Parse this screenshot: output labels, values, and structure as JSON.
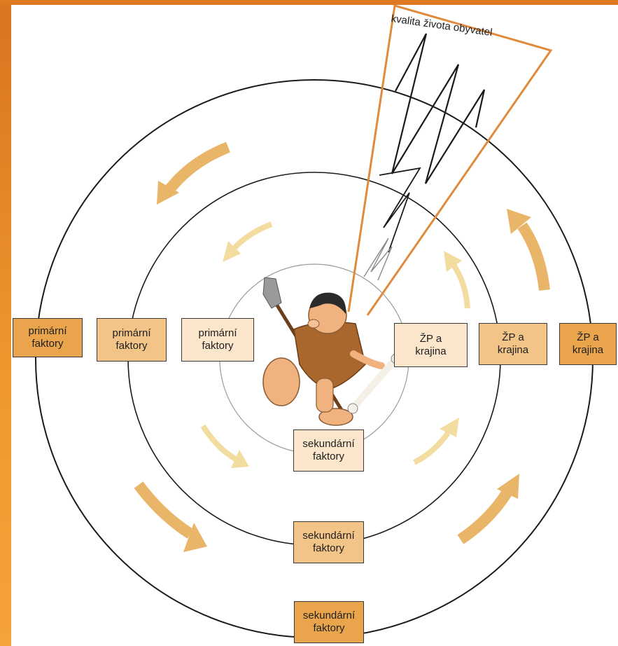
{
  "quality_label": "kvalita života obyvatel",
  "outer_ring": {
    "primary": "primární\nfaktory",
    "secondary": "sekundární\nfaktory",
    "environment": "ŽP a\nkrajina"
  },
  "middle_ring": {
    "primary": "primární\nfaktory",
    "secondary": "sekundární\nfaktory",
    "environment": "ŽP a\nkrajina"
  },
  "inner_ring": {
    "primary": "primární\nfaktory",
    "secondary": "sekundární\nfaktory",
    "environment": "ŽP a\nkrajina"
  },
  "colors": {
    "outer_box": "#eaa54c",
    "middle_box": "#f2c488",
    "inner_box": "#fbe6cc",
    "quality_frame": "#e08a3c",
    "arrow_outer": "#e9b568",
    "arrow_middle": "#f2dca0",
    "arrow_inner": "#f6edb8"
  },
  "icons": {
    "center_figure": "caveman-with-spear-and-bone-icon"
  }
}
